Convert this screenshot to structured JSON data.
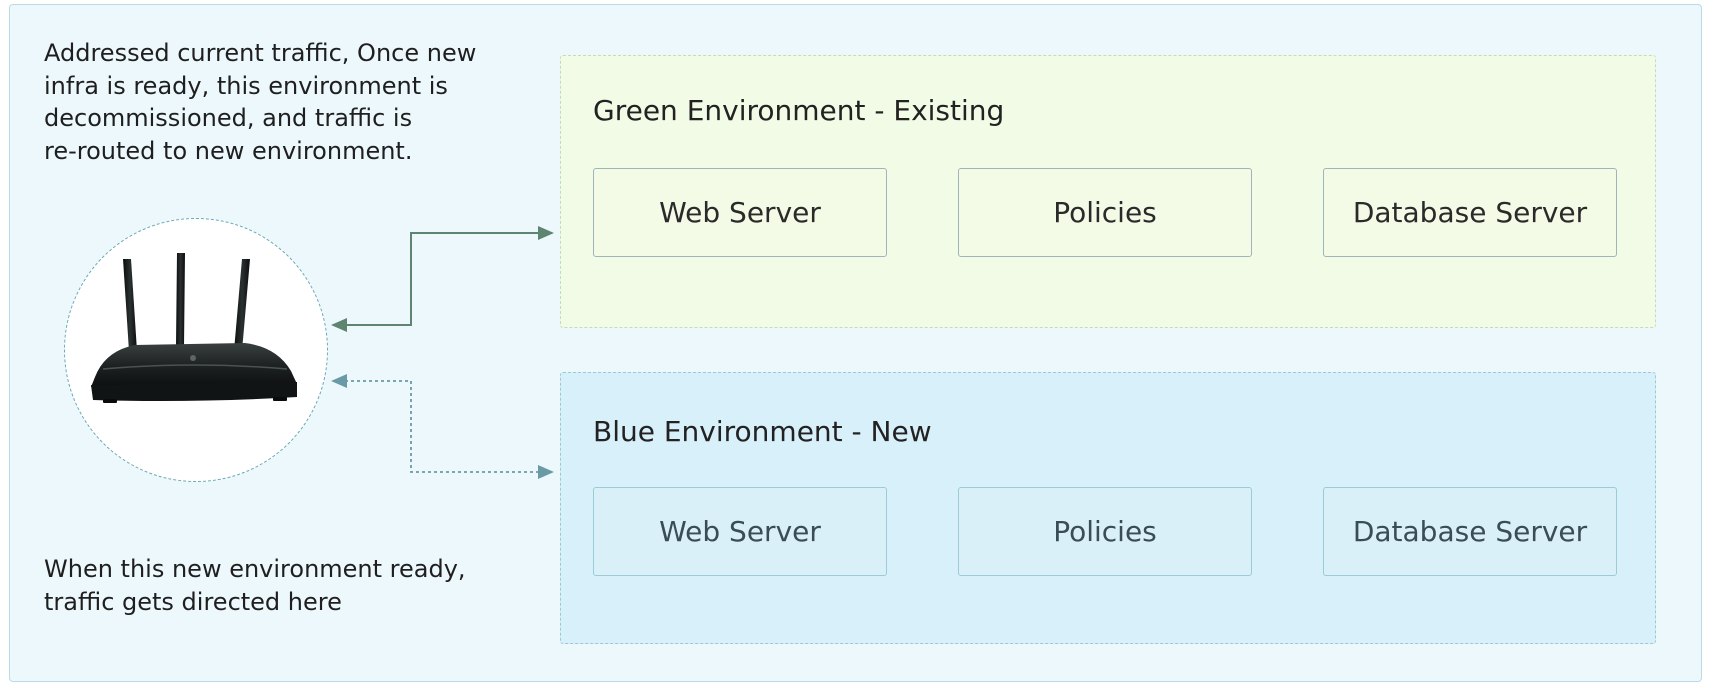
{
  "notes": {
    "top": [
      "Addressed current traffic, Once new",
      "infra is ready, this environment is",
      "decommissioned, and traffic is",
      "re-routed to new environment."
    ],
    "bottom": [
      "When this new environment ready,",
      "traffic gets directed here"
    ]
  },
  "green_env": {
    "title": "Green Environment - Existing",
    "components": [
      "Web Server",
      "Policies",
      "Database Server"
    ]
  },
  "blue_env": {
    "title": "Blue Environment - New",
    "components": [
      "Web Server",
      "Policies",
      "Database Server"
    ]
  },
  "router": {
    "icon": "wifi-router-icon"
  },
  "colors": {
    "background": "#edf8fd",
    "green_env": "#f2fbe5",
    "blue_env": "#d8f0fa",
    "green_arrow": "#5e8570",
    "blue_arrow": "#6a9aa6"
  }
}
